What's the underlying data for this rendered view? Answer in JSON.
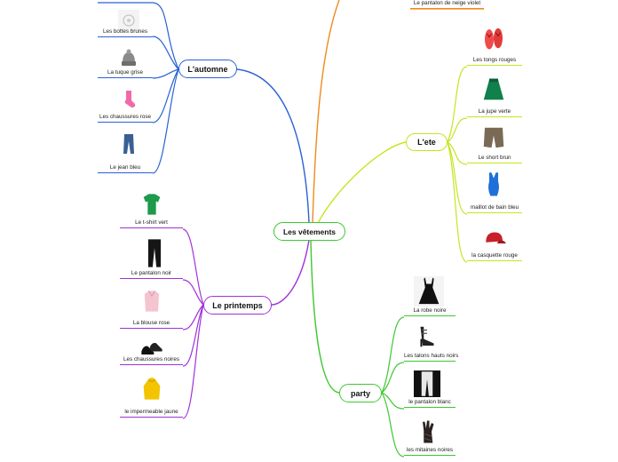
{
  "central": {
    "label": "Les vêtements"
  },
  "branches": {
    "automne": {
      "label": "L'automne",
      "color": "#2a62d4",
      "items": [
        {
          "label": "Les bottes brunes",
          "icon": "boot-icon"
        },
        {
          "label": "La tuque grise",
          "icon": "beanie-icon"
        },
        {
          "label": "Les chaussures rose",
          "icon": "sock-icon"
        },
        {
          "label": "Le jean bleu",
          "icon": "jeans-icon"
        }
      ]
    },
    "printemps": {
      "label": "Le printemps",
      "color": "#a032d8",
      "items": [
        {
          "label": "Le t-shirt vert",
          "icon": "tshirt-icon"
        },
        {
          "label": "Le pantalon noir",
          "icon": "pants-icon"
        },
        {
          "label": "La blouse rose",
          "icon": "blouse-icon"
        },
        {
          "label": "Les chaussures noires",
          "icon": "shoes-icon"
        },
        {
          "label": "le impermeable jaune",
          "icon": "raincoat-icon"
        }
      ]
    },
    "ete": {
      "label": "L'ete",
      "color": "#c3e620",
      "items": [
        {
          "label": "Les tongs rouges",
          "icon": "flipflops-icon"
        },
        {
          "label": "La jupe verte",
          "icon": "skirt-icon"
        },
        {
          "label": "Le short brun",
          "icon": "shorts-icon"
        },
        {
          "label": "maillot de bain bleu",
          "icon": "swimsuit-icon"
        },
        {
          "label": "la casquette rouge",
          "icon": "cap-icon"
        }
      ]
    },
    "party": {
      "label": "party",
      "color": "#3ec830",
      "items": [
        {
          "label": "La robe noire",
          "icon": "dress-icon"
        },
        {
          "label": "Les talons hauts noirs",
          "icon": "heels-icon"
        },
        {
          "label": "le pantalon blanc",
          "icon": "pants-icon"
        },
        {
          "label": "les mitaines noires",
          "icon": "glove-icon"
        }
      ]
    },
    "hiver": {
      "color": "#f08a1c",
      "items": [
        {
          "label": "Le pantalon de neige violet"
        }
      ]
    }
  }
}
